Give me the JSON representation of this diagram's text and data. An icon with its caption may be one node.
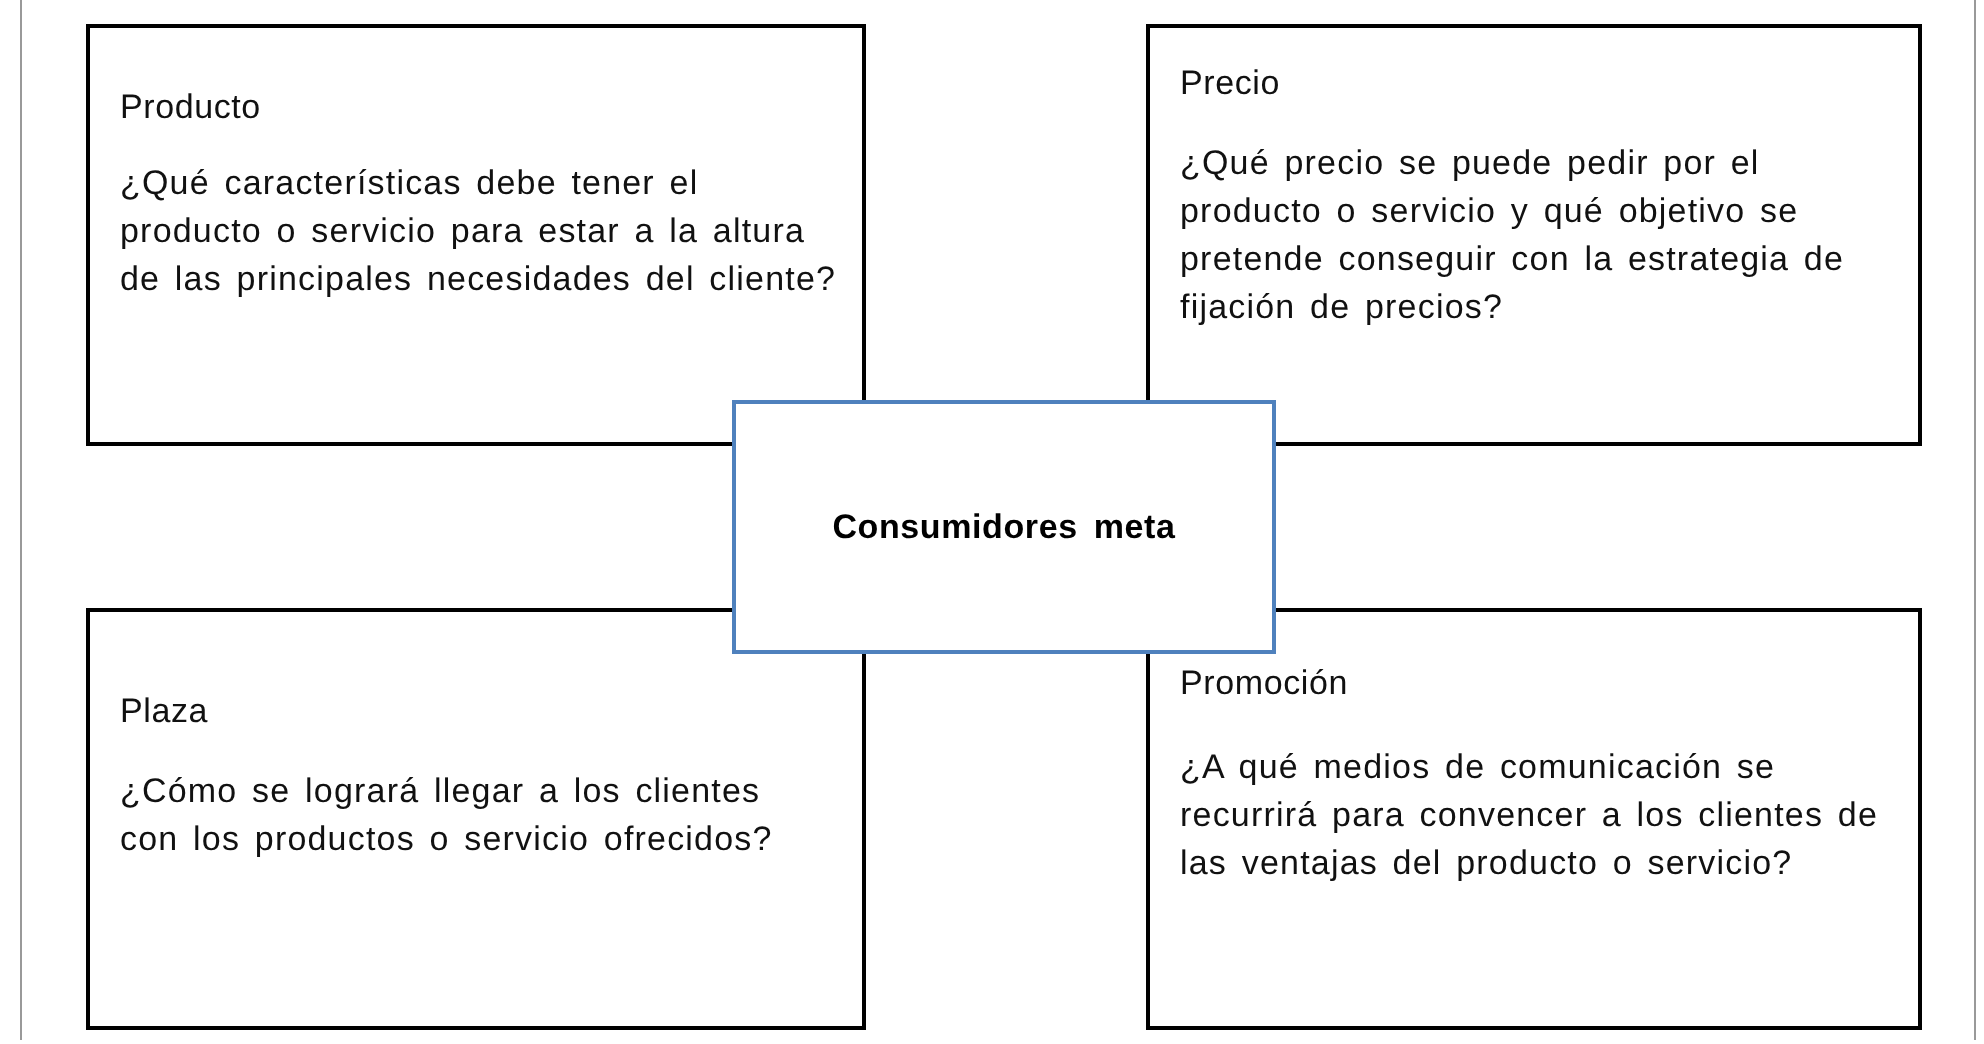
{
  "diagram": {
    "nodes": [
      {
        "text": [
          "Producto",
          "¿Qué características debe tener el producto o servicio para estar a la altura de las principales necesidades del cliente?"
        ]
      },
      {
        "text": [
          "Precio",
          "¿Qué precio se puede pedir por el producto o servicio y qué objetivo se pretende conseguir con la estrategia de fijación de precios?"
        ]
      },
      {
        "text": [
          "Consumidores meta"
        ]
      },
      {
        "text": [
          "Plaza",
          "¿Cómo se logrará llegar a los clientes con los productos o servicio ofrecidos?"
        ]
      },
      {
        "text": [
          "Promoción",
          "¿A qué medios de comunicación se recurrirá para convencer a los clientes de las ventajas del producto o servicio?"
        ]
      }
    ]
  }
}
